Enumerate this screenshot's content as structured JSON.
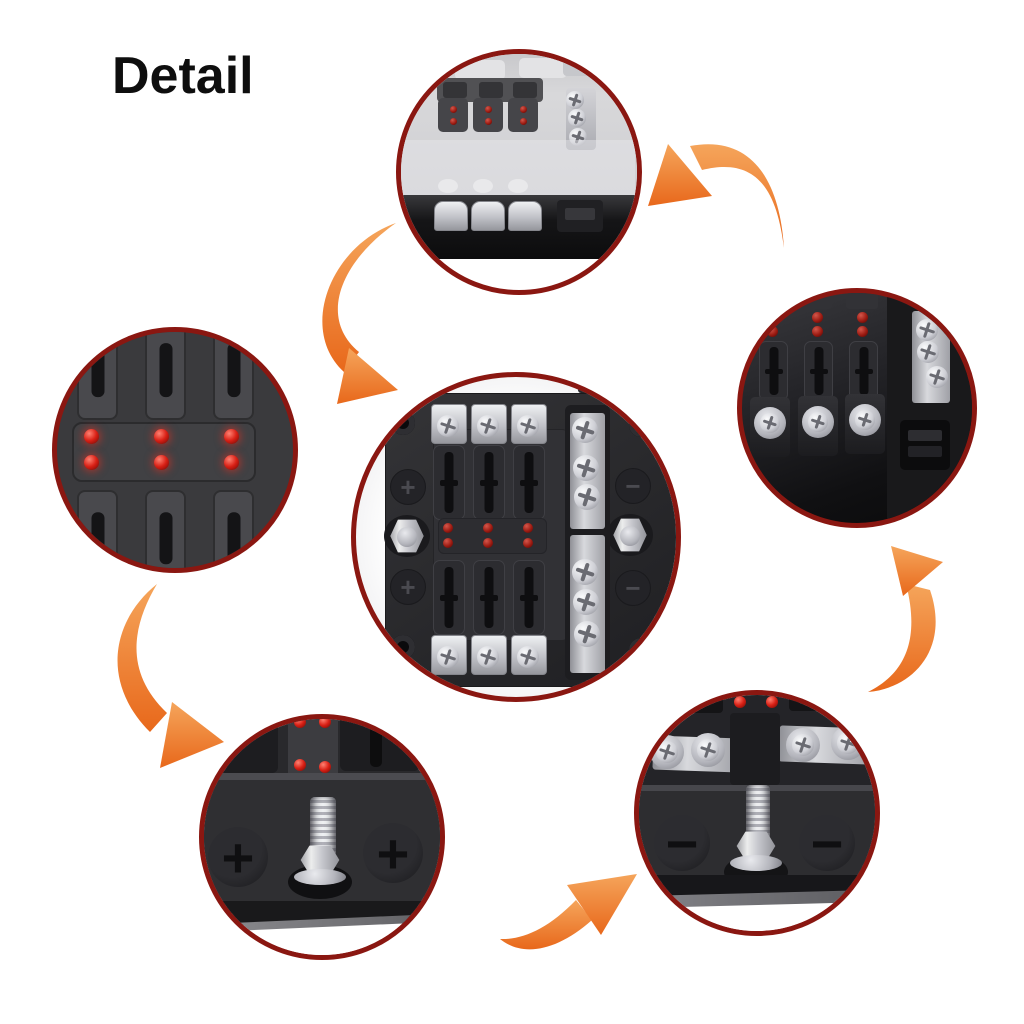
{
  "title": "Detail",
  "symbols": {
    "plus": "+",
    "minus": "−"
  },
  "colors": {
    "ring": "#8a1711",
    "arrow_start": "#f5a55b",
    "arrow_end": "#e8681b",
    "led_red": "#d92015",
    "plastic_dark": "#2b2b2e",
    "metal": "#d5d6da",
    "background": "#ffffff"
  },
  "callouts": [
    {
      "id": "top",
      "name": "fuse-box-with-transparent-cover"
    },
    {
      "id": "left",
      "name": "fuse-slots-with-led-indicators"
    },
    {
      "id": "right",
      "name": "fuse-slots-and-screw-terminals"
    },
    {
      "id": "center",
      "name": "six-way-fuse-block-overview"
    },
    {
      "id": "bottom-left",
      "name": "positive-stud-terminal"
    },
    {
      "id": "bottom-right",
      "name": "negative-stud-terminal"
    }
  ]
}
